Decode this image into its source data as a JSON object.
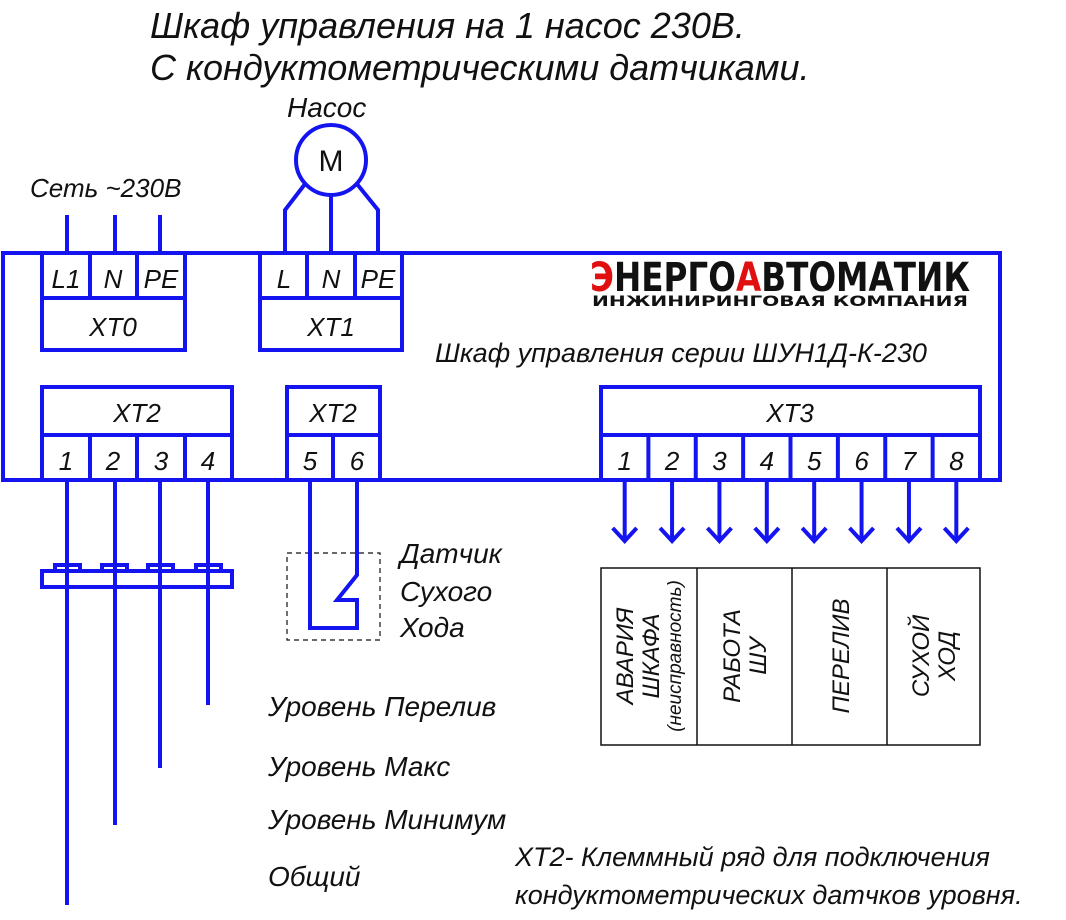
{
  "title": {
    "line1": "Шкаф управления на 1 насос 230В.",
    "line2": "С кондуктометрическими датчиками."
  },
  "pump": {
    "label": "Насос",
    "motor_symbol": "M"
  },
  "network": {
    "label": "Сеть ~230В"
  },
  "cabinet": {
    "subtitle": "Шкаф управления серии ШУН1Д-К-230"
  },
  "logo": {
    "red_letter1": "Э",
    "part1": "НЕРГО",
    "red_letter2": "А",
    "part2": "ВТОМАТИК",
    "tagline": "ИНЖИНИРИНГОВАЯ КОМПАНИЯ",
    "accent": "#e01010"
  },
  "xt0": {
    "label": "XT0",
    "cells": [
      "L1",
      "N",
      "PE"
    ]
  },
  "xt1": {
    "label": "XT1",
    "cells": [
      "L",
      "N",
      "PE"
    ]
  },
  "xt2a": {
    "label": "XT2",
    "cells": [
      "1",
      "2",
      "3",
      "4"
    ]
  },
  "xt2b": {
    "label": "XT2",
    "cells": [
      "5",
      "6"
    ]
  },
  "xt3": {
    "label": "XT3",
    "cells": [
      "1",
      "2",
      "3",
      "4",
      "5",
      "6",
      "7",
      "8"
    ]
  },
  "sensor": {
    "line1": "Датчик",
    "line2": "Сухого",
    "line3": "Хода"
  },
  "levels": [
    "Уровень Перелив",
    "Уровень Макс",
    "Уровень Минимум",
    "Общий"
  ],
  "signals": [
    {
      "line1": "АВАРИЯ",
      "line2": "ШКАФА",
      "line3": "(неисправность)"
    },
    {
      "line1": "РАБОТА",
      "line2": "ШУ"
    },
    {
      "line1": "ПЕРЕЛИВ"
    },
    {
      "line1": "СУХОЙ",
      "line2": "ХОД"
    }
  ],
  "note": {
    "line1": "XT2- Клеммный ряд для подключения",
    "line2": "кондуктометрических датчков уровня."
  },
  "colors": {
    "wire": "#1414f0",
    "text": "#111111"
  }
}
